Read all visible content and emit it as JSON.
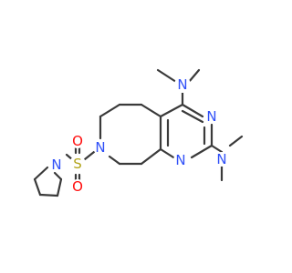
{
  "molecule": {
    "atoms": {
      "n_nme2_top": "N",
      "n_ring_right": "N",
      "n_ring_bottom": "N",
      "n_nme2_right": "N",
      "n_piperidine": "N",
      "s_sulfonyl": "S",
      "o_top": "O",
      "o_bottom": "O",
      "n_pyrrolidine": "N"
    },
    "colors": {
      "nitrogen": "#3050f8",
      "sulfur": "#b2a41a",
      "oxygen": "#ff0d0d",
      "bond": "#3a3a3a"
    }
  }
}
